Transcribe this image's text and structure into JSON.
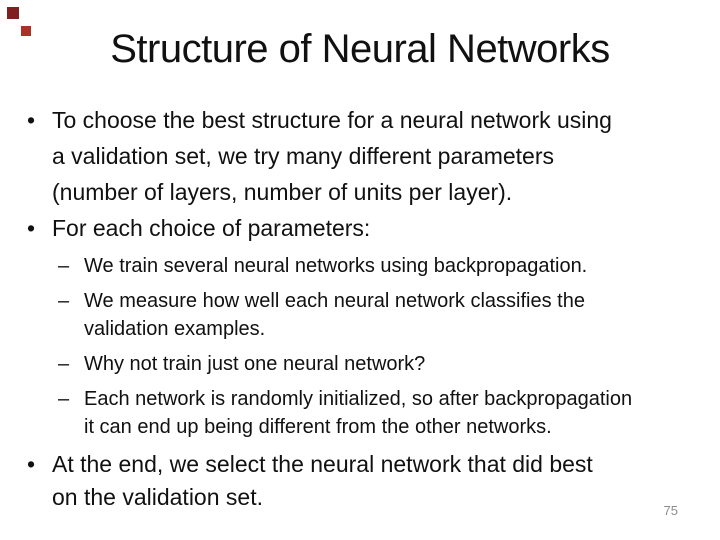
{
  "slide": {
    "title": "Structure of Neural Networks",
    "page_number": "75",
    "colors": {
      "background": "#ffffff",
      "text": "#111111",
      "page_number": "#8c8c8c",
      "decor_square_top": "#7f1f1f",
      "decor_square_bottom": "#a93226"
    },
    "bullets": [
      {
        "marker": "•",
        "lines": [
          "To choose the best structure for a neural network using",
          "a validation set, we try many different parameters",
          "(number of layers, number of units per layer)."
        ]
      },
      {
        "marker": "•",
        "lines": [
          "For each choice of parameters:"
        ]
      }
    ],
    "sub_bullets": [
      {
        "marker": "–",
        "lines": [
          "We train several neural networks using backpropagation."
        ]
      },
      {
        "marker": "–",
        "lines": [
          "We measure how well each neural network classifies the",
          "validation examples."
        ]
      },
      {
        "marker": "–",
        "lines": [
          "Why not train just one neural network?"
        ]
      },
      {
        "marker": "–",
        "lines": [
          "Each network is randomly initialized, so after backpropagation",
          "it can end up being different from the other networks."
        ]
      }
    ],
    "closing_bullet": {
      "marker": "•",
      "lines": [
        "At the end, we select the neural network that did best",
        "on the validation set."
      ]
    }
  }
}
